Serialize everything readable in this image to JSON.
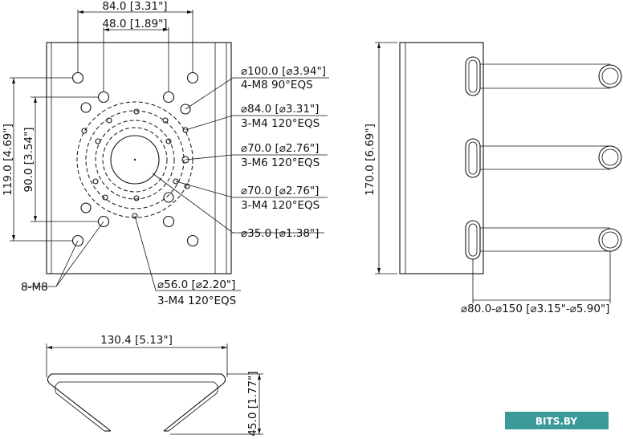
{
  "front_view": {
    "dim_width_outer": "84.0 [3.31\"]",
    "dim_width_inner": "48.0 [1.89\"]",
    "dim_height_outer": "119.0 [4.69\"]",
    "dim_height_inner": "90.0 [3.54\"]",
    "callout_100": "⌀100.0 [⌀3.94\"]",
    "callout_100_holes": "4-M8 90°EQS",
    "callout_84": "⌀84.0 [⌀3.31\"]",
    "callout_84_holes": "3-M4 120°EQS",
    "callout_70a": "⌀70.0 [⌀2.76\"]",
    "callout_70a_holes": "3-M6 120°EQS",
    "callout_70b": "⌀70.0 [⌀2.76\"]",
    "callout_70b_holes": "3-M4 120°EQS",
    "callout_35": "⌀35.0 [⌀1.38\"]",
    "callout_56": "⌀56.0 [⌀2.20\"]",
    "callout_56_holes": "3-M4 120°EQS",
    "label_m8": "8-M8"
  },
  "side_view": {
    "dim_height": "170.0 [6.69\"]",
    "dim_pole_range": "⌀80.0-⌀150 [⌀3.15\"-⌀5.90\"]"
  },
  "top_view": {
    "dim_width": "130.4 [5.13\"]",
    "dim_height": "45.0 [1.77\"]"
  },
  "watermark": {
    "text": "BITS.BY",
    "color": "#3a9a9a"
  }
}
